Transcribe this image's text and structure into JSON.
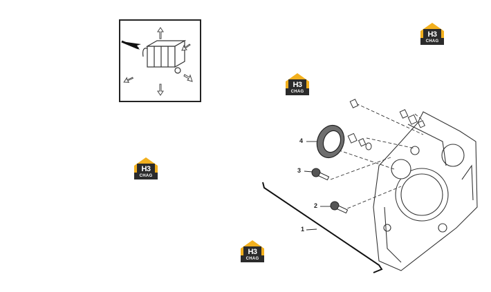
{
  "callouts": [
    {
      "number": "1"
    },
    {
      "number": "2"
    },
    {
      "number": "3"
    },
    {
      "number": "4"
    }
  ],
  "watermark": {
    "line1": "H3",
    "line2": "CHAG",
    "accent_color": "#f2b01e",
    "dark_color": "#2b2b2b"
  },
  "colors": {
    "line": "#333333",
    "paper": "#ffffff"
  }
}
